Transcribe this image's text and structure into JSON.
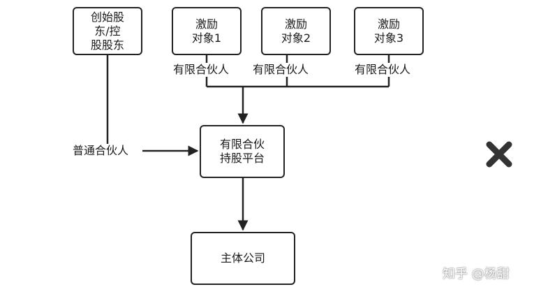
{
  "nodes": {
    "founder": "创始股\n东/控\n股股东",
    "incentive_1": "激励\n对象1",
    "incentive_2": "激励\n对象2",
    "incentive_3": "激励\n对象3",
    "platform": "有限合伙\n持股平台",
    "company": "主体公司"
  },
  "edge_labels": {
    "limited_partner_1": "有限合伙人",
    "limited_partner_2": "有限合伙人",
    "limited_partner_3": "有限合伙人",
    "general_partner": "普通合伙人"
  },
  "close_icon": "close-x-icon",
  "watermark": "知乎 @杨甜",
  "colors": {
    "stroke": "#222222",
    "close_icon": "#333333"
  }
}
